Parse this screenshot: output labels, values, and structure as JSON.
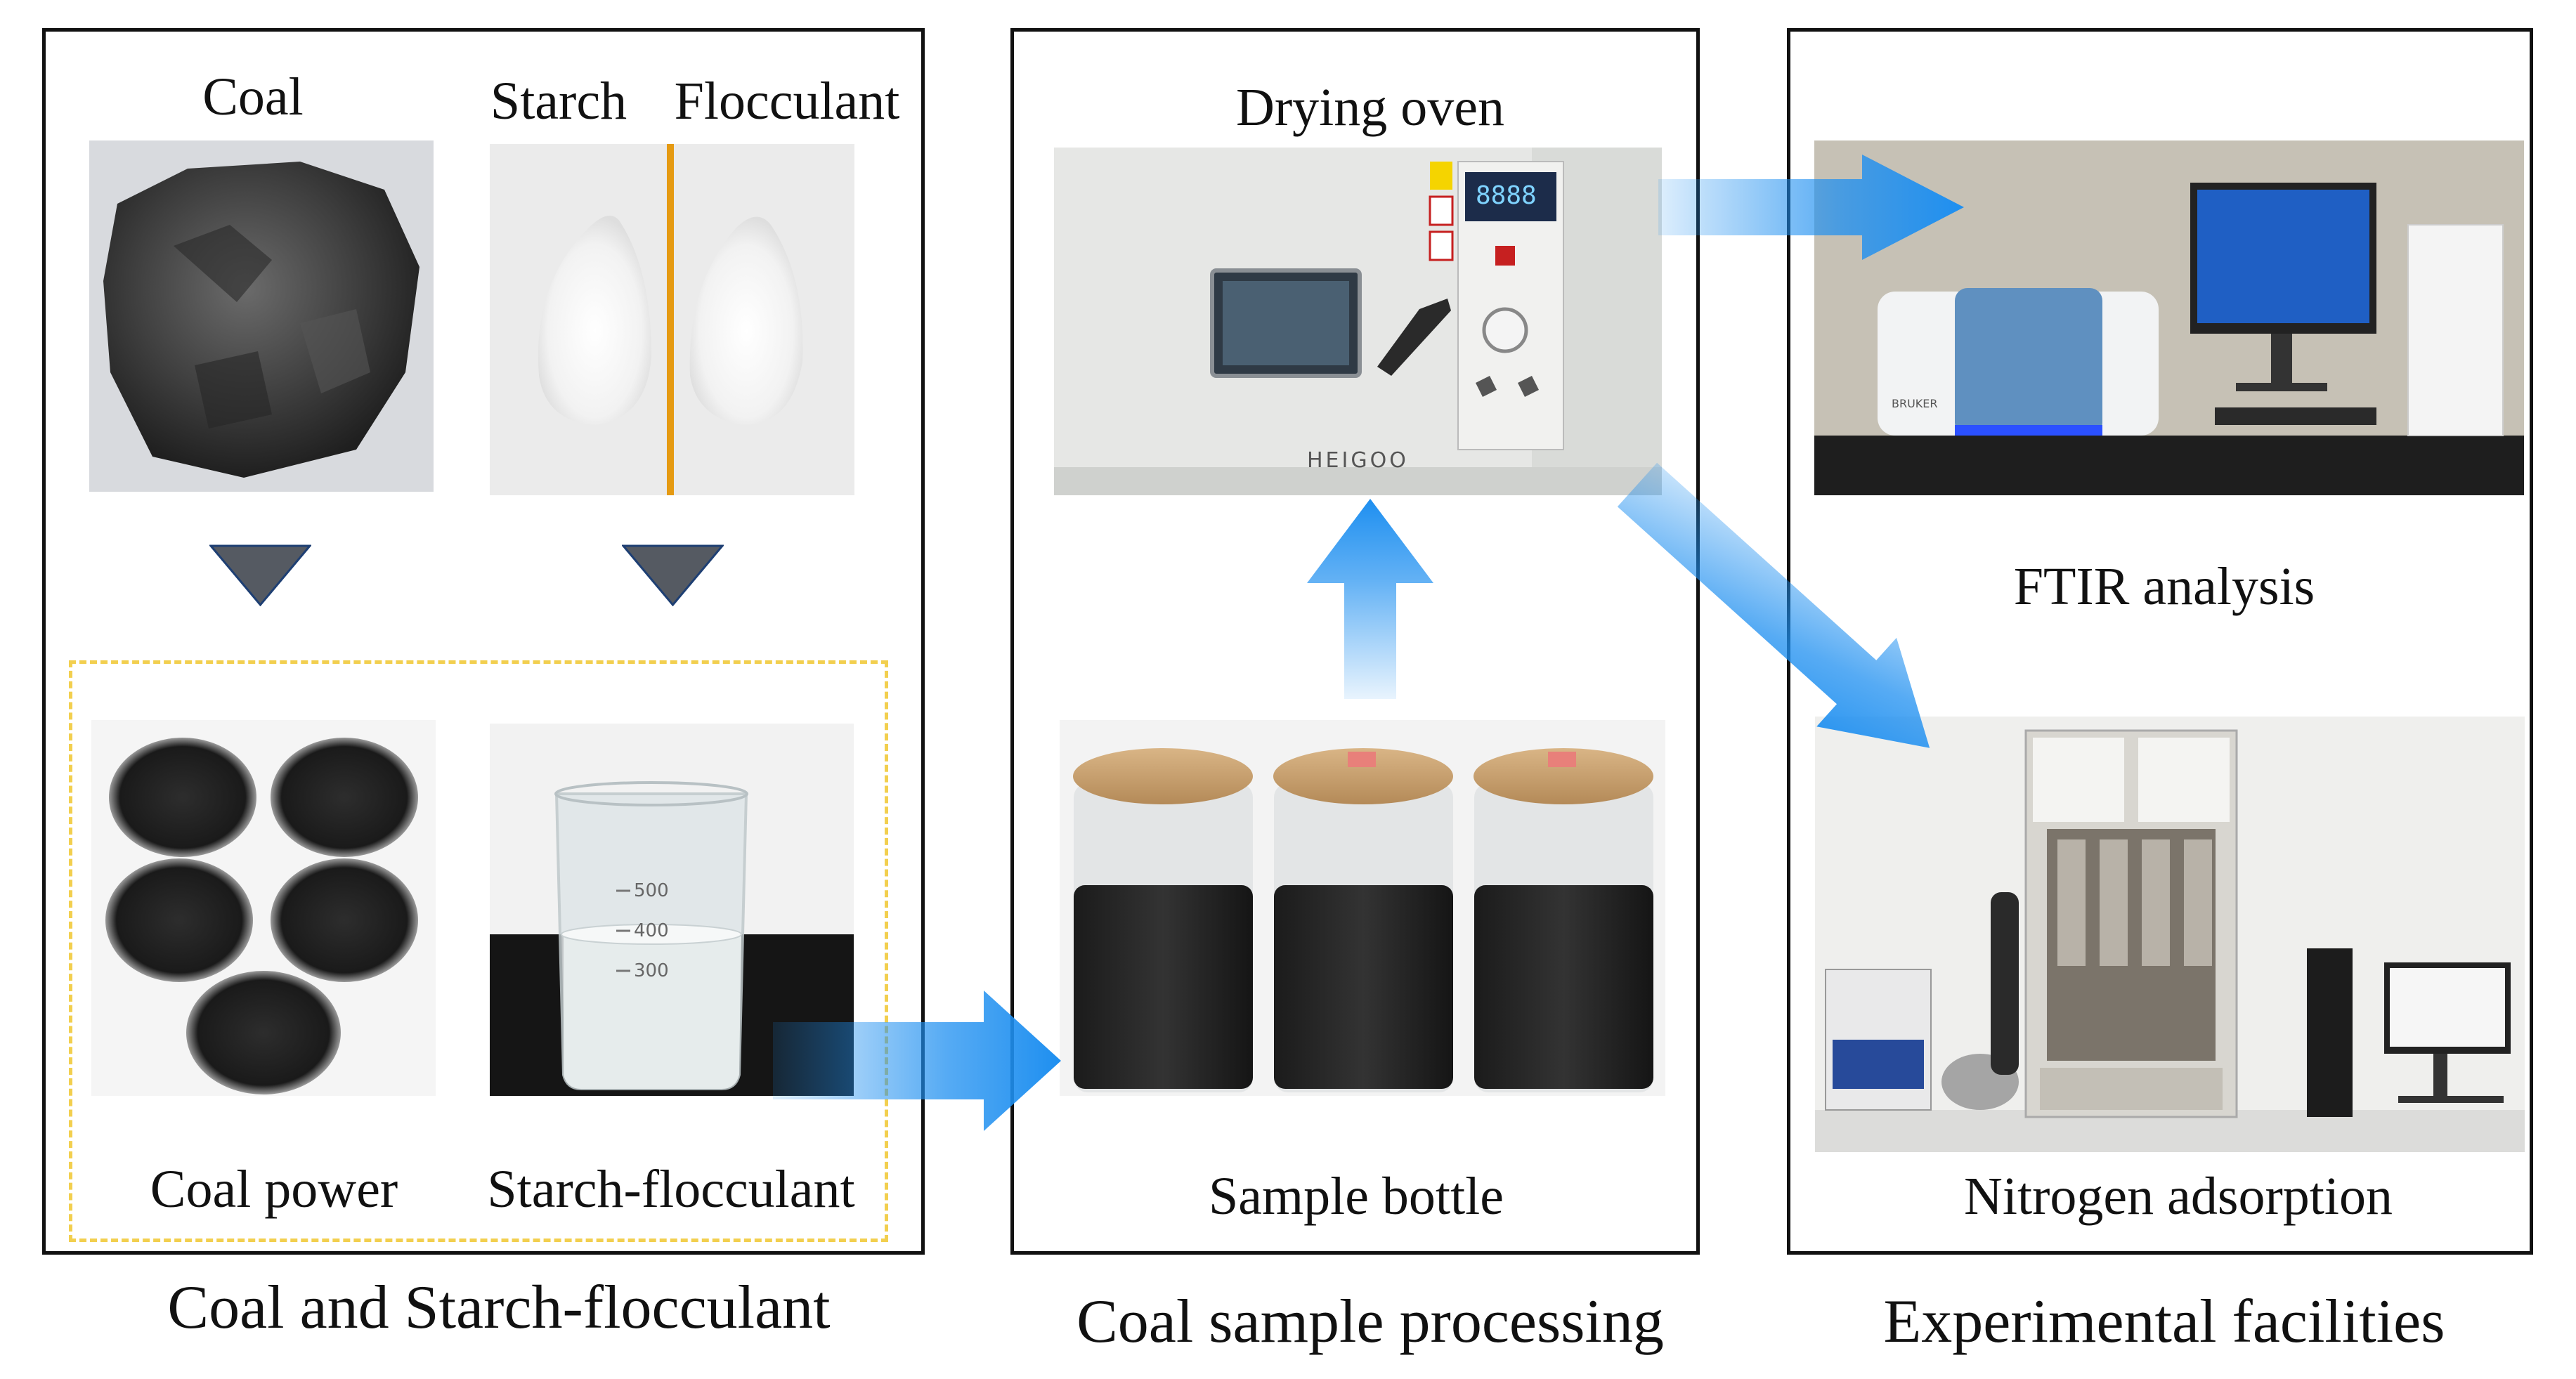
{
  "panels": {
    "left": {
      "caption": "Coal and Starch-flocculant",
      "labels": {
        "coal": "Coal",
        "starch": "Starch",
        "flocculant": "Flocculant",
        "coal_power": "Coal power",
        "starch_flocculant": "Starch-flocculant"
      },
      "beaker_marks": [
        "500",
        "400",
        "300"
      ]
    },
    "middle": {
      "caption": "Coal sample processing",
      "labels": {
        "drying_oven": "Drying oven",
        "sample_bottle": "Sample bottle"
      },
      "oven_brand": "HEIGOO",
      "oven_display": "8888"
    },
    "right": {
      "caption": "Experimental facilities",
      "labels": {
        "ftir": "FTIR analysis",
        "nitrogen": "Nitrogen adsorption"
      },
      "ftir_brand": "BRUKER"
    }
  },
  "colors": {
    "arrow_blue": "#1e8ff0",
    "dashed_box": "#f2cf4f",
    "divider_orange": "#e59a12",
    "triangle": "#555a62"
  }
}
